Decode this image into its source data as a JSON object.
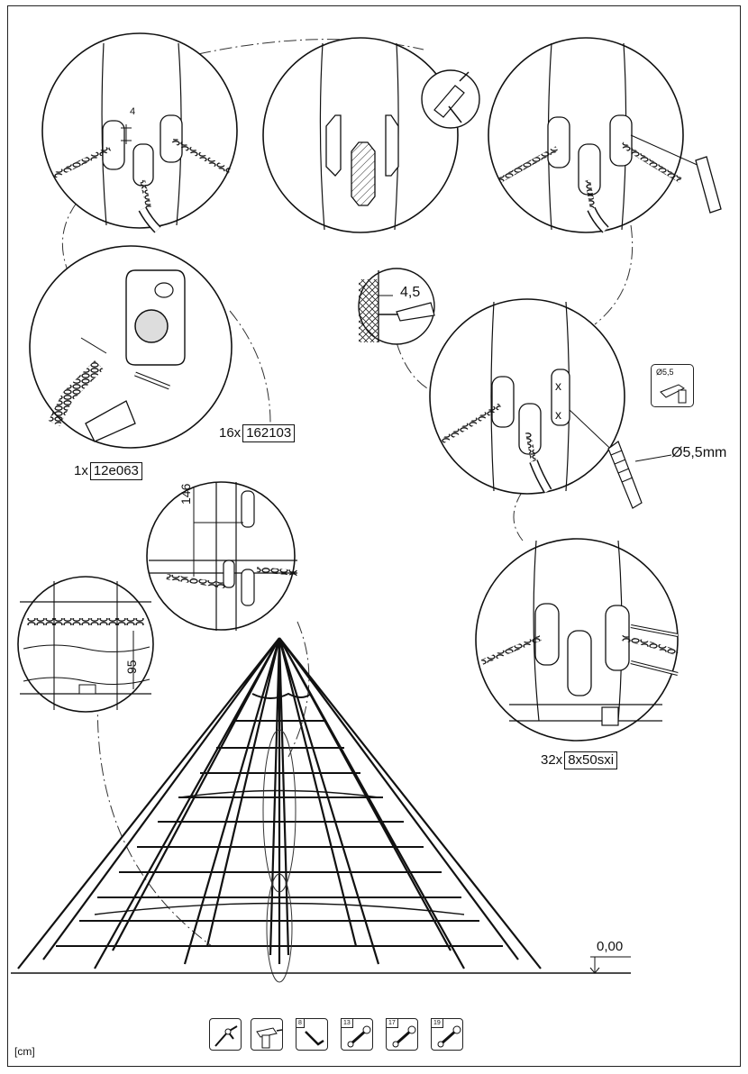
{
  "labels": {
    "part_162103": {
      "qty": "16x",
      "code": "162103"
    },
    "part_12e063": {
      "qty": "1x",
      "code": "12e063"
    },
    "part_8x50sxi": {
      "qty": "32x",
      "code": "8x50sxi"
    }
  },
  "dimensions": {
    "d4": "4",
    "d45": "4,5",
    "d146": "146",
    "d95": "95",
    "drill_dia": "Ø5,5mm",
    "level": "0,00"
  },
  "drill_badge": "Ø5,5",
  "marks": {
    "x1": "x",
    "x2": "x"
  },
  "unit_note": "[cm]",
  "tools": [
    {
      "icon": "pliers-icon",
      "num": ""
    },
    {
      "icon": "power-drill-icon",
      "num": ""
    },
    {
      "icon": "hex-key-icon",
      "num": "8"
    },
    {
      "icon": "wrench-icon",
      "num": "13"
    },
    {
      "icon": "wrench-icon",
      "num": "17"
    },
    {
      "icon": "wrench-icon",
      "num": "19"
    }
  ]
}
